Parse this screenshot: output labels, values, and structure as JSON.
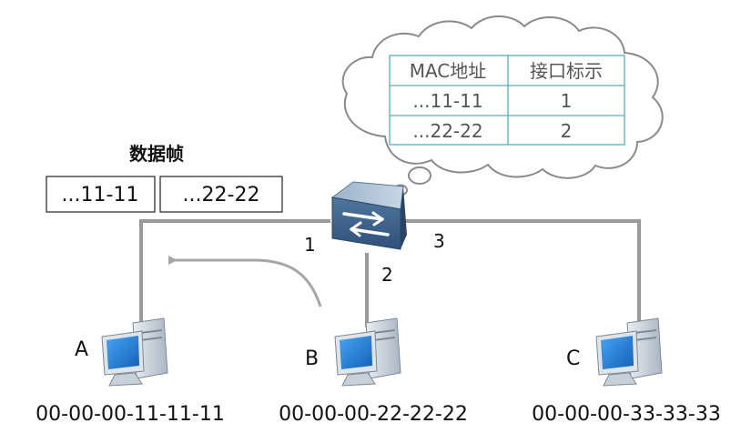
{
  "frame": {
    "title": "数据帧",
    "src_field": "...11-11",
    "dst_field": "...22-22"
  },
  "mac_table": {
    "headers": [
      "MAC地址",
      "接口标示"
    ],
    "rows": [
      {
        "mac": "...11-11",
        "port": "1"
      },
      {
        "mac": "...22-22",
        "port": "2"
      }
    ]
  },
  "ports": {
    "p1": "1",
    "p2": "2",
    "p3": "3"
  },
  "hosts": [
    {
      "letter": "A",
      "mac": "00-00-00-11-11-11"
    },
    {
      "letter": "B",
      "mac": "00-00-00-22-22-22"
    },
    {
      "letter": "C",
      "mac": "00-00-00-33-33-33"
    }
  ],
  "colors": {
    "link": "#999999",
    "arrow": "#a6a6a6",
    "switch_body": "#3a5f87",
    "table_border": "#5aaabf",
    "monitor_screen": "#1f7fd8"
  },
  "icons": {
    "switch": "switch-icon",
    "host": "computer-icon"
  }
}
